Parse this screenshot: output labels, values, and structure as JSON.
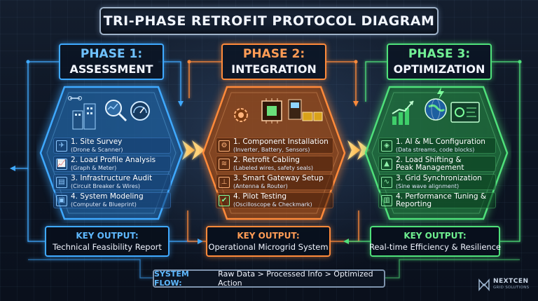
{
  "title": "TRI-PHASE RETROFIT PROTOCOL DIAGRAM",
  "phases": [
    {
      "label_line1": "PHASE 1:",
      "label_line2": "ASSESSMENT",
      "color": "#3fa9ff",
      "illustration": "buildings-drone-magnifier-meter",
      "steps": [
        {
          "title": "1. Site Survey",
          "detail": "(Drone & Scanner)",
          "icon": "drone-icon"
        },
        {
          "title": "2. Load Profile Analysis",
          "detail": "(Graph & Meter)",
          "icon": "graph-icon"
        },
        {
          "title": "3. Infrastructure Audit",
          "detail": "(Circuit Breaker & Wires)",
          "icon": "breaker-icon"
        },
        {
          "title": "4. System Modeling",
          "detail": "(Computer & Blueprint)",
          "icon": "computer-icon"
        }
      ],
      "key_output_label": "KEY OUTPUT:",
      "key_output_value": "Technical Feasibility Report"
    },
    {
      "label_line1": "PHASE 2:",
      "label_line2": "INTEGRATION",
      "color": "#ff8a3a",
      "illustration": "gears-chip-battery-modules",
      "steps": [
        {
          "title": "1. Component Installation",
          "detail": "(Inverter, Battery, Sensors)",
          "icon": "gear-icon"
        },
        {
          "title": "2. Retrofit Cabling",
          "detail": "(Labeled wires, safety seals)",
          "icon": "cable-icon"
        },
        {
          "title": "3. Smart Gateway Setup",
          "detail": "(Antenna & Router)",
          "icon": "antenna-icon"
        },
        {
          "title": "4. Pilot Testing",
          "detail": "(Oscilloscope & Checkmark)",
          "icon": "checkmark-icon"
        }
      ],
      "key_output_label": "KEY OUTPUT:",
      "key_output_value": "Operational Microgrid System"
    },
    {
      "label_line1": "PHASE 3:",
      "label_line2": "OPTIMIZATION",
      "color": "#4fe07a",
      "illustration": "rising-chart-globe-dashboard",
      "steps": [
        {
          "title": "1. AI & ML Configuration",
          "detail": "(Data streams, code blocks)",
          "icon": "ai-icon"
        },
        {
          "title": "2. Load Shifting &",
          "detail": "Peak Management",
          "icon": "chart-icon"
        },
        {
          "title": "3. Grid Synchronization",
          "detail": "(Sine wave alignment)",
          "icon": "sine-icon"
        },
        {
          "title": "4. Performance Tuning &",
          "detail": "Reporting",
          "icon": "report-icon"
        }
      ],
      "key_output_label": "KEY OUTPUT:",
      "key_output_value": "Real-time Efficiency & Resilience"
    }
  ],
  "system_flow": {
    "label": "SYSTEM FLOW:",
    "value": "Raw Data > Processed Info > Optimized Action"
  },
  "logo": {
    "name": "NEXTCEN",
    "tagline": "GRID SOLUTIONS"
  }
}
